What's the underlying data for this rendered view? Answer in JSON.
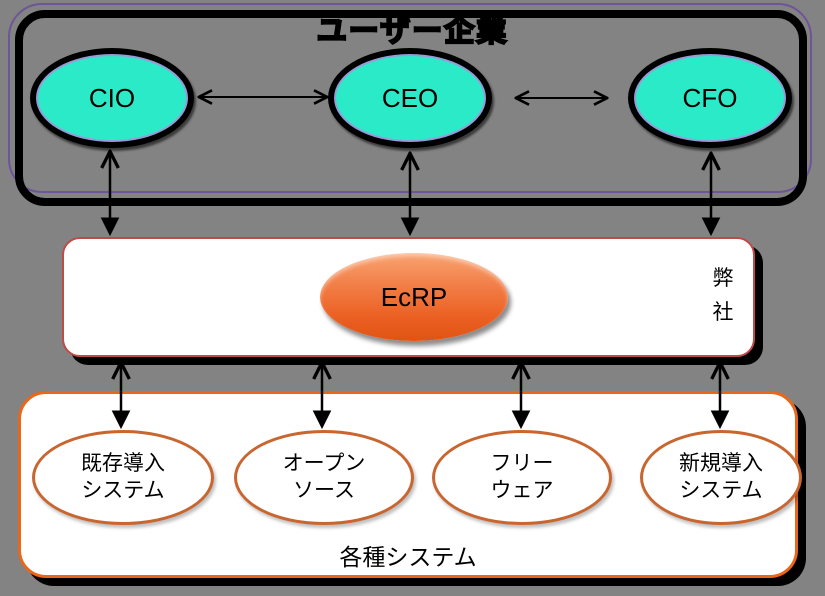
{
  "canvas": {
    "background_color": "#838383"
  },
  "top_group": {
    "title": "ユーザー企業",
    "outer_border_color": "#6E5499",
    "inner_border_color": "#000000",
    "node_fill_color": "#2BEAC7",
    "node_ring_color": "#9C99D9",
    "nodes": [
      {
        "label": "CIO"
      },
      {
        "label": "CEO"
      },
      {
        "label": "CFO"
      }
    ]
  },
  "middle_group": {
    "node_label": "EcRP",
    "node_fill_color": "#EC6225",
    "side_label": "弊社",
    "box_fill_color": "#FFFFFF",
    "border_color": "#BE4B48"
  },
  "bottom_group": {
    "caption": "各種システム",
    "box_fill_color": "#FFFFFF",
    "border_color": "#E8671B",
    "node_border_color": "#C9662F",
    "nodes": [
      {
        "line1": "既存導入",
        "line2": "システム"
      },
      {
        "line1": "オープン",
        "line2": "ソース"
      },
      {
        "line1": "フリー",
        "line2": "ウェア"
      },
      {
        "line1": "新規導入",
        "line2": "システム"
      }
    ]
  },
  "arrows": {
    "color": "#000000"
  }
}
